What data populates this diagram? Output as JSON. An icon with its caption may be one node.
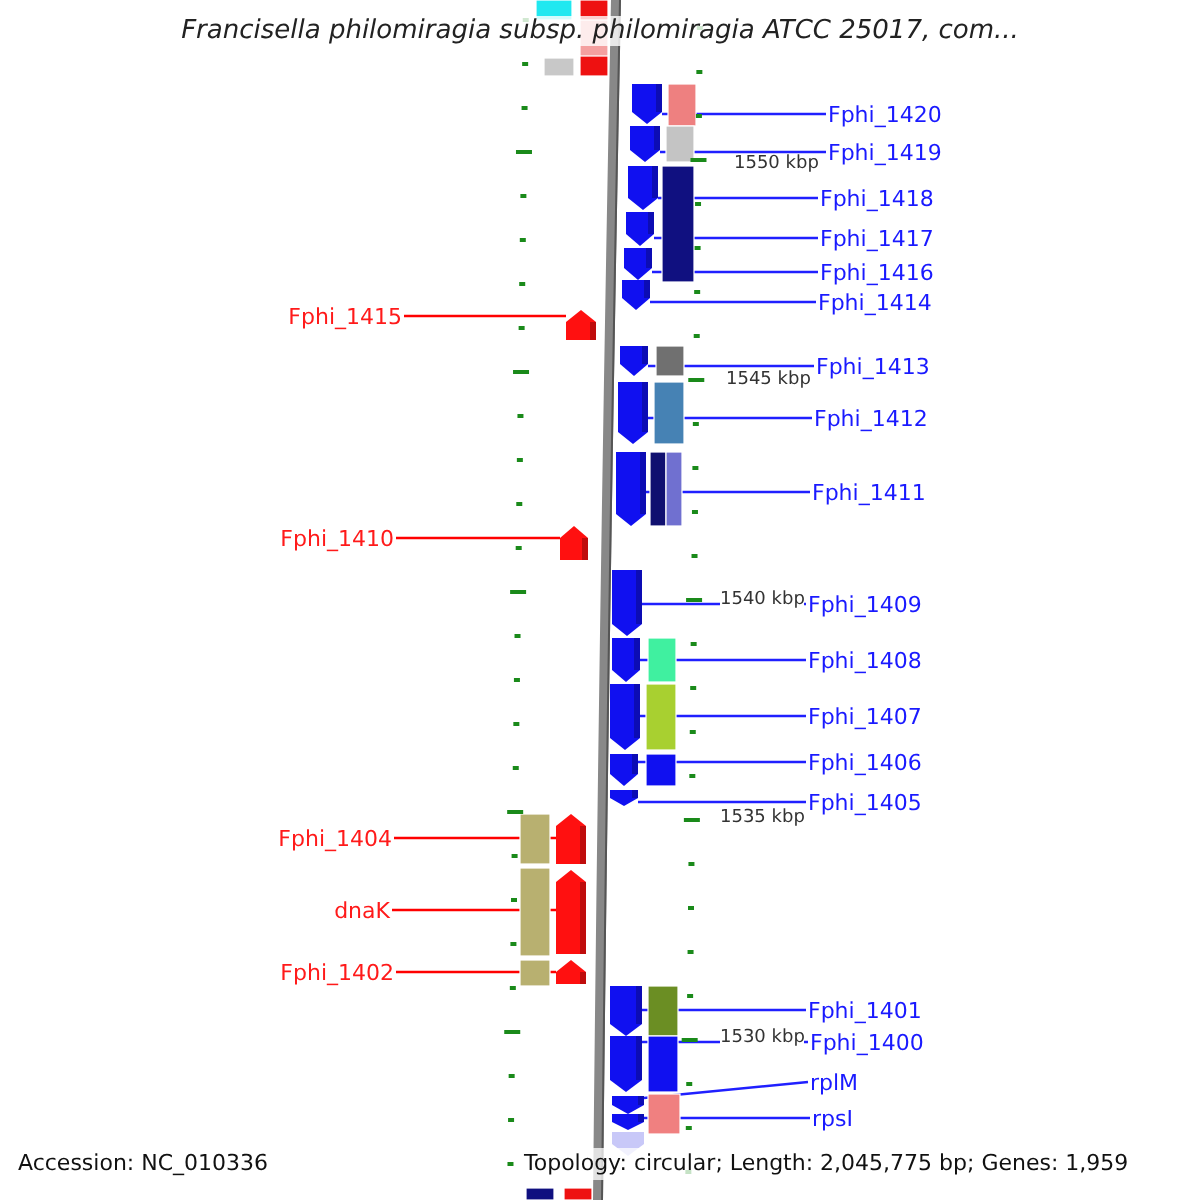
{
  "diagram": {
    "title": "Francisella philomiragia subsp. philomiragia ATCC 25017, com...",
    "nodes": [
      {
        "text": [
          "Fphi_1420"
        ]
      },
      {
        "text": [],
        "shape": "pentagon"
      },
      {
        "text": [
          "Fphi_1419"
        ]
      },
      {
        "text": [],
        "shape": "pentagon"
      },
      {
        "text": [
          "Fphi_1418"
        ]
      },
      {
        "text": [],
        "shape": "pentagon"
      },
      {
        "text": [
          "Fphi_1417"
        ]
      },
      {
        "text": [],
        "shape": "pentagon"
      },
      {
        "text": [
          "Fphi_1416"
        ]
      },
      {
        "text": [],
        "shape": "pentagon"
      },
      {
        "text": [
          "Fphi_1414"
        ]
      },
      {
        "text": [],
        "shape": "pentagon"
      },
      {
        "text": [
          "Fphi_1415"
        ]
      },
      {
        "text": [],
        "shape": "pentagon"
      },
      {
        "text": [
          "Fphi_1413"
        ]
      },
      {
        "text": [],
        "shape": "pentagon"
      },
      {
        "text": [
          "Fphi_1412"
        ]
      },
      {
        "text": [],
        "shape": "pentagon"
      },
      {
        "text": [
          "Fphi_1411"
        ]
      },
      {
        "text": [],
        "shape": "pentagon"
      },
      {
        "text": [
          "Fphi_1410"
        ]
      },
      {
        "text": [],
        "shape": "pentagon"
      },
      {
        "text": [
          "Fphi_1409"
        ]
      },
      {
        "text": [],
        "shape": "pentagon"
      },
      {
        "text": [
          "Fphi_1408"
        ]
      },
      {
        "text": [],
        "shape": "pentagon"
      },
      {
        "text": [
          "Fphi_1407"
        ]
      },
      {
        "text": [],
        "shape": "pentagon"
      },
      {
        "text": [
          "Fphi_1406"
        ]
      },
      {
        "text": [],
        "shape": "pentagon"
      },
      {
        "text": [
          "Fphi_1405"
        ]
      },
      {
        "text": [],
        "shape": "pentagon"
      },
      {
        "text": [
          "Fphi_1404"
        ]
      },
      {
        "text": [],
        "shape": "pentagon"
      },
      {
        "text": [
          "dnaK"
        ]
      },
      {
        "text": [],
        "shape": "pentagon"
      },
      {
        "text": [
          "Fphi_1402"
        ]
      },
      {
        "text": [],
        "shape": "pentagon"
      },
      {
        "text": [
          "Fphi_1401"
        ]
      },
      {
        "text": [],
        "shape": "pentagon"
      },
      {
        "text": [
          "Fphi_1400"
        ]
      },
      {
        "text": [],
        "shape": "pentagon"
      },
      {
        "text": [
          "rplM"
        ]
      },
      {
        "text": [],
        "shape": "pentagon"
      },
      {
        "text": [
          "rpsI"
        ]
      },
      {
        "text": [],
        "shape": "pentagon"
      }
    ],
    "edges": [
      {
        "from": 0,
        "to": 1,
        "arrow": "none"
      },
      {
        "from": 2,
        "to": 3,
        "arrow": "none"
      },
      {
        "from": 4,
        "to": 5,
        "arrow": "none"
      },
      {
        "from": 6,
        "to": 7,
        "arrow": "none"
      },
      {
        "from": 8,
        "to": 9,
        "arrow": "none"
      },
      {
        "from": 10,
        "to": 11,
        "arrow": "none"
      },
      {
        "from": 12,
        "to": 13,
        "arrow": "none",
        "color": "#ff0000"
      },
      {
        "from": 14,
        "to": 15,
        "arrow": "none"
      },
      {
        "from": 16,
        "to": 17,
        "arrow": "none"
      },
      {
        "from": 18,
        "to": 19,
        "arrow": "none"
      },
      {
        "from": 20,
        "to": 21,
        "arrow": "none",
        "color": "#ff0000"
      },
      {
        "from": 22,
        "to": 23,
        "arrow": "none"
      },
      {
        "from": 24,
        "to": 25,
        "arrow": "none"
      },
      {
        "from": 26,
        "to": 27,
        "arrow": "none"
      },
      {
        "from": 28,
        "to": 29,
        "arrow": "none"
      },
      {
        "from": 30,
        "to": 31,
        "arrow": "none"
      },
      {
        "from": 32,
        "to": 33,
        "arrow": "none",
        "color": "#ff0000"
      },
      {
        "from": 34,
        "to": 35,
        "arrow": "none",
        "color": "#ff0000"
      },
      {
        "from": 36,
        "to": 37,
        "arrow": "none",
        "color": "#ff0000"
      },
      {
        "from": 38,
        "to": 39,
        "arrow": "none"
      },
      {
        "from": 40,
        "to": 41,
        "arrow": "none"
      },
      {
        "from": 42,
        "to": 43,
        "arrow": "none"
      },
      {
        "from": 44,
        "to": 45,
        "arrow": "none"
      }
    ],
    "labels": [
      "1550 kbp",
      "1545 kbp",
      "1540 kbp",
      "1535 kbp",
      "1530 kbp",
      "Accession: NC_010336",
      "Topology: circular; Length: 2,045,775 bp; Genes: 1,959"
    ]
  }
}
